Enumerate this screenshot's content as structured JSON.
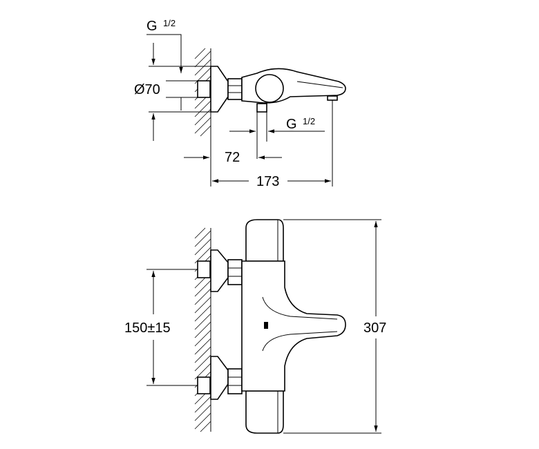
{
  "dimensions": {
    "thread_top": "G",
    "thread_top_frac": "1/2",
    "diameter": "Ø70",
    "thread_bottom": "G",
    "thread_bottom_frac": "1/2",
    "spacing_small": "72",
    "total_depth": "173",
    "center_distance": "150±15",
    "total_height": "307"
  }
}
